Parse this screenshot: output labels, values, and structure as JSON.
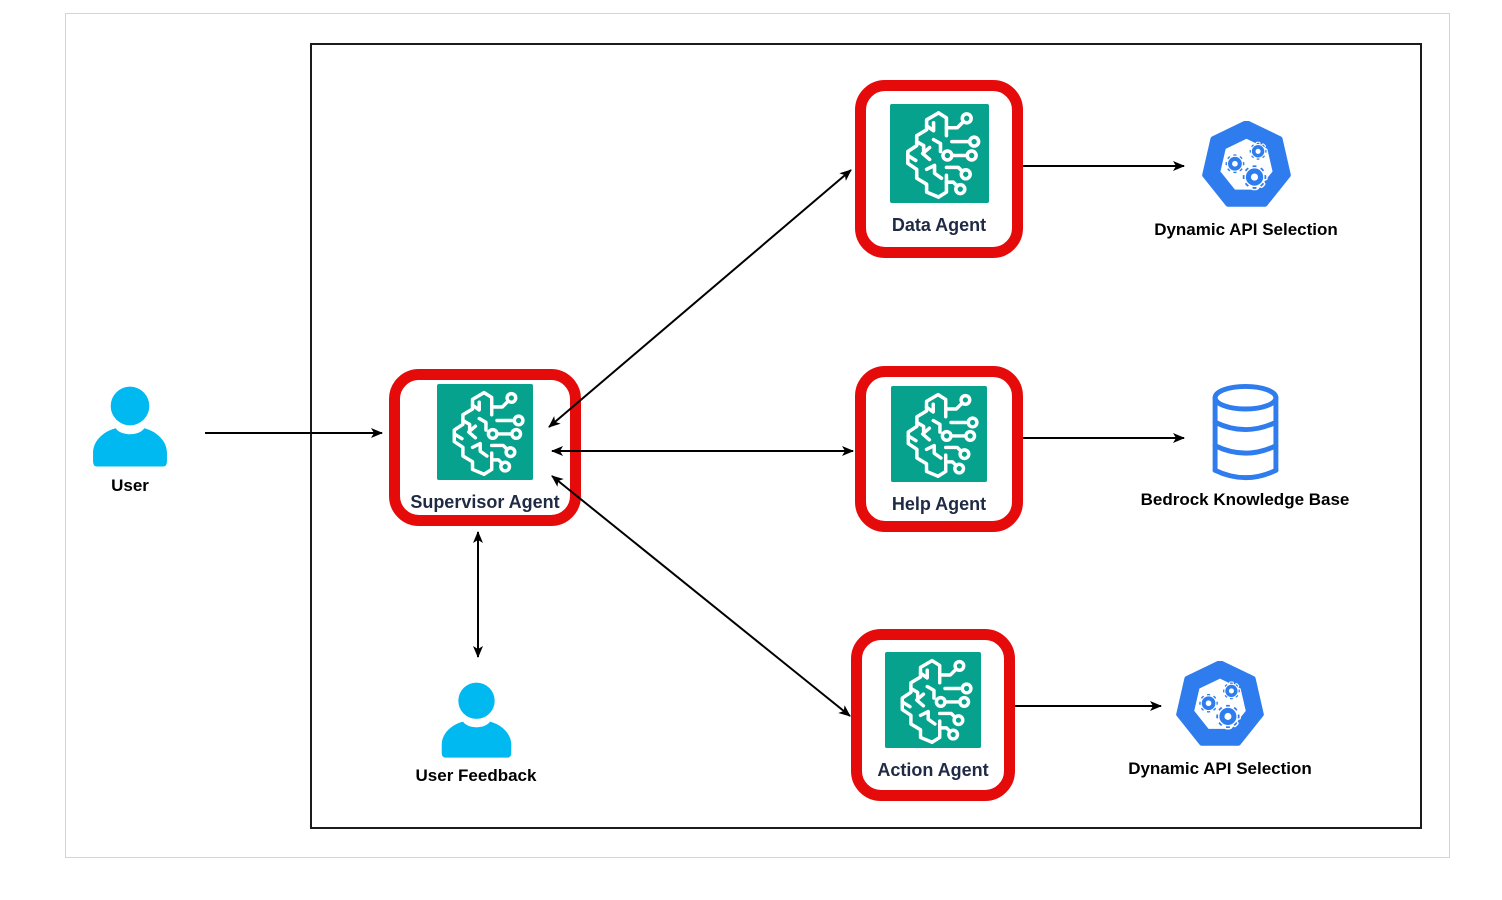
{
  "diagram": {
    "title_hint": "Multi-agent supervisor architecture",
    "nodes": {
      "user": {
        "label": "User",
        "icon": "person-icon"
      },
      "supervisor_agent": {
        "label": "Supervisor Agent",
        "icon": "ai-agent-icon",
        "highlighted": true
      },
      "data_agent": {
        "label": "Data Agent",
        "icon": "ai-agent-icon",
        "highlighted": true
      },
      "help_agent": {
        "label": "Help Agent",
        "icon": "ai-agent-icon",
        "highlighted": true
      },
      "action_agent": {
        "label": "Action Agent",
        "icon": "ai-agent-icon",
        "highlighted": true
      },
      "dynamic_api_top": {
        "label": "Dynamic API Selection",
        "icon": "heptagon-gears-icon"
      },
      "bedrock_kb": {
        "label": "Bedrock Knowledge Base",
        "icon": "database-icon"
      },
      "dynamic_api_bottom": {
        "label": "Dynamic API Selection",
        "icon": "heptagon-gears-icon"
      },
      "user_feedback": {
        "label": "User Feedback",
        "icon": "person-icon"
      }
    },
    "edges": [
      {
        "from": "user",
        "to": "supervisor_agent",
        "direction": "one-way"
      },
      {
        "from": "supervisor_agent",
        "to": "data_agent",
        "direction": "two-way"
      },
      {
        "from": "supervisor_agent",
        "to": "help_agent",
        "direction": "two-way"
      },
      {
        "from": "supervisor_agent",
        "to": "action_agent",
        "direction": "two-way"
      },
      {
        "from": "supervisor_agent",
        "to": "user_feedback",
        "direction": "two-way"
      },
      {
        "from": "data_agent",
        "to": "dynamic_api_top",
        "direction": "one-way"
      },
      {
        "from": "help_agent",
        "to": "bedrock_kb",
        "direction": "one-way"
      },
      {
        "from": "action_agent",
        "to": "dynamic_api_bottom",
        "direction": "one-way"
      }
    ],
    "colors": {
      "highlight_border_red": "#E60B0B",
      "agent_icon_teal": "#06A28D",
      "person_cyan": "#00B9F1",
      "blue_icon": "#2E7CEE",
      "agent_label_text": "#1F2A44",
      "outer_label_text": "#000000",
      "boundary_border": "#1B1B1B"
    }
  }
}
